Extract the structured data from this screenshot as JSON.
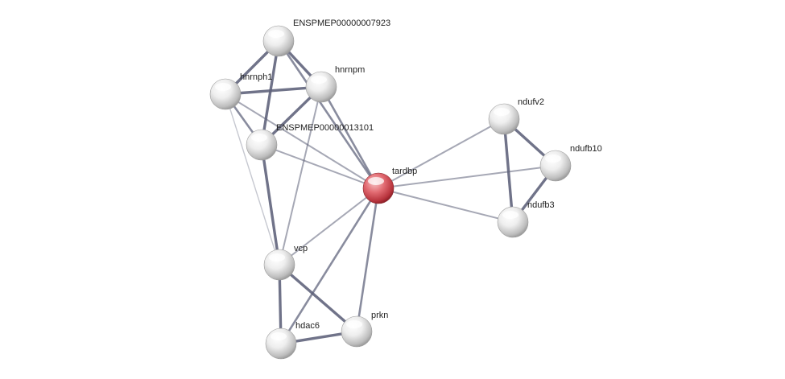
{
  "network": {
    "nodes": [
      {
        "id": "ENSPMEP00000007923",
        "label": "ENSPMEP00000007923",
        "type": "neighbor"
      },
      {
        "id": "hnrnpm",
        "label": "hnrnpm",
        "type": "neighbor"
      },
      {
        "id": "hnrnph1",
        "label": "hnrnph1",
        "type": "neighbor"
      },
      {
        "id": "ENSPMEP00000013101",
        "label": "ENSPMEP00000013101",
        "type": "neighbor"
      },
      {
        "id": "tardbp",
        "label": "tardbp",
        "type": "query"
      },
      {
        "id": "ndufv2",
        "label": "ndufv2",
        "type": "neighbor"
      },
      {
        "id": "ndufb10",
        "label": "ndufb10",
        "type": "neighbor"
      },
      {
        "id": "ndufb3",
        "label": "ndufb3",
        "type": "neighbor"
      },
      {
        "id": "vcp",
        "label": "vcp",
        "type": "neighbor"
      },
      {
        "id": "prkn",
        "label": "prkn",
        "type": "neighbor"
      },
      {
        "id": "hdac6",
        "label": "hdac6",
        "type": "neighbor"
      }
    ],
    "edges": [
      {
        "source": "ENSPMEP00000007923",
        "target": "hnrnpm",
        "strength": 3
      },
      {
        "source": "ENSPMEP00000007923",
        "target": "hnrnph1",
        "strength": 3
      },
      {
        "source": "ENSPMEP00000007923",
        "target": "ENSPMEP00000013101",
        "strength": 3
      },
      {
        "source": "ENSPMEP00000007923",
        "target": "tardbp",
        "strength": 2
      },
      {
        "source": "hnrnph1",
        "target": "hnrnpm",
        "strength": 3
      },
      {
        "source": "hnrnph1",
        "target": "ENSPMEP00000013101",
        "strength": 2
      },
      {
        "source": "hnrnph1",
        "target": "tardbp",
        "strength": 1
      },
      {
        "source": "hnrnph1",
        "target": "vcp",
        "strength": 0
      },
      {
        "source": "hnrnpm",
        "target": "ENSPMEP00000013101",
        "strength": 3
      },
      {
        "source": "hnrnpm",
        "target": "tardbp",
        "strength": 2
      },
      {
        "source": "hnrnpm",
        "target": "vcp",
        "strength": 1
      },
      {
        "source": "ENSPMEP00000013101",
        "target": "tardbp",
        "strength": 1
      },
      {
        "source": "ENSPMEP00000013101",
        "target": "vcp",
        "strength": 3
      },
      {
        "source": "tardbp",
        "target": "ndufv2",
        "strength": 1
      },
      {
        "source": "tardbp",
        "target": "ndufb10",
        "strength": 1
      },
      {
        "source": "tardbp",
        "target": "ndufb3",
        "strength": 1
      },
      {
        "source": "tardbp",
        "target": "vcp",
        "strength": 1
      },
      {
        "source": "tardbp",
        "target": "hdac6",
        "strength": 2
      },
      {
        "source": "tardbp",
        "target": "prkn",
        "strength": 2
      },
      {
        "source": "ndufv2",
        "target": "ndufb10",
        "strength": 3
      },
      {
        "source": "ndufv2",
        "target": "ndufb3",
        "strength": 3
      },
      {
        "source": "ndufb10",
        "target": "ndufb3",
        "strength": 3
      },
      {
        "source": "vcp",
        "target": "hdac6",
        "strength": 3
      },
      {
        "source": "vcp",
        "target": "prkn",
        "strength": 3
      },
      {
        "source": "hdac6",
        "target": "prkn",
        "strength": 3
      }
    ],
    "colors": {
      "query_node": "#d0474f",
      "neighbor_node": "#e6e6e6",
      "edge": "#5c6079",
      "label": "#222222"
    }
  }
}
